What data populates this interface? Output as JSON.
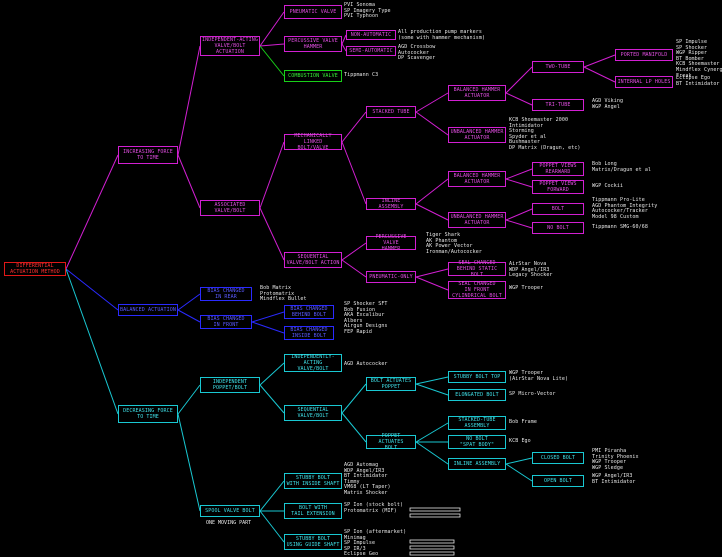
{
  "colors": {
    "magenta": "#d21fd2",
    "blue": "#2a2aff",
    "cyan": "#19c8d2",
    "red": "#e01818",
    "green": "#18d018",
    "notes": "#e8e8e8",
    "background": "#000000"
  },
  "nodes": {
    "root": "DIFFERENTIAL\nACTUATION METHOD",
    "increasing": "INCREASING FORCE\nTO TIME",
    "balanced_actuation": "BALANCED ACTUATION",
    "decreasing": "DECREASING FORCE\nTO TIME",
    "independent_acting": "INDEPENDENT-ACTING\nVALVE/BOLT\nACTUATION",
    "pneumatic_valve": "PNEUMATIC VALVE",
    "percussive_hammer": "PERCUSSIVE VALVE\nHAMMER",
    "non_automatic": "NON-AUTOMATIC",
    "semi_automatic": "SEMI-AUTOMATIC",
    "combustion_valve": "COMBUSTION VALVE",
    "associated": "ASSOCIATED\nVALVE/BOLT",
    "mech_linked": "MECHANICALLY LINKED\nBOLT/VALVE",
    "stacked_tube": "STACKED TUBE",
    "balanced_hammer_1": "BALANCED HAMMER\nACTUATOR",
    "two_tube": "TWO-TUBE",
    "ported_manifold": "PORTED MANIFOLD",
    "internal_lp_holes": "INTERNAL LP HOLES",
    "tri_tube": "TRI-TUBE",
    "unbalanced_hammer_1": "UNBALANCED HAMMER\nACTUATOR",
    "inline_assembly_1": "INLINE ASSEMBLY",
    "balanced_hammer_2": "BALANCED HAMMER\nACTUATOR",
    "poppet_rearward": "POPPET VIEWS\nREARWARD",
    "poppet_forward": "POPPET VIEWS\nFORWARD",
    "unbalanced_hammer_2": "UNBALANCED HAMMER\nACTUATOR",
    "bolt": "BOLT",
    "no_bolt": "NO BOLT",
    "sequential": "SEQUENTIAL\nVALVE/BOLT ACTION",
    "percussive_valve_hammer": "PERCUSSIVE VALVE\nHAMMER",
    "pneumatic_only": "PNEUMATIC-ONLY",
    "seal_sleeve": "SEAL CHANGED\nBEHIND STATIC BOLT",
    "seal_front": "SEAL CHANGED\nIN FRONT\nCYLINDRICAL BOLT",
    "bias_rear": "BIAS CHANGED\nIN REAR",
    "bias_front": "BIAS CHANGED\nIN FRONT",
    "bias_front_bolt": "BIAS CHANGED\nBEHIND BOLT",
    "bias_inside_bolt": "BIAS CHANGED\nINSIDE BOLT",
    "independent_poppet_bolt": "INDEPENDENT\nPOPPET/BOLT",
    "independent_acting_2": "INDEPENDENTLY-\nACTING\nVALVE/BOLT",
    "bolt_actuates": "BOLT ACTUATES\nPOPPET",
    "sequential_2": "SEQUENTIAL\nVALVE/BOLT",
    "stubby_bolt_top": "STUBBY BOLT TOP",
    "elongated_bolt": "ELONGATED BOLT",
    "poppet_actuates": "POPPET ACTUATES\nBOLT",
    "stacked_assembly": "STACKED-TUBE\nASSEMBLY",
    "no_bolt_2": "NO BOLT\n\"SPAT BODY\"",
    "inline_assembly_2": "INLINE ASSEMBLY",
    "closed_bolt": "CLOSED BOLT",
    "open_bolt": "OPEN BOLT",
    "spool_valve_bolt": "SPOOL VALVE BOLT",
    "stubby_inside": "STUBBY BOLT\nWITH INSIDE SHAFT",
    "bolt_tail": "BOLT WITH\nTAIL EXTENSION",
    "stubby_guide": "STUBBY BOLT\nUSING GUIDE SHAFT"
  },
  "notes": {
    "pneumatic_valve": "PVI Sonoma\nSP Imagery Type\nPVI Typhoon",
    "non_automatic": "All production pump markers\n(some with hammer mechanism)",
    "semi_automatic": "AGD Crossbow\nAutococker\nDP Scavenger",
    "combustion_valve": "Tippmann C3",
    "ported_manifold": "SP Impulse\nSP Shocker\nWGP Ripper\nBT Bomber\nKCB Shoemaster\nMindflex Cynergy\nFreak",
    "internal_lp_holes": "Eclipse Ego\nBT Intimidator",
    "tri_tube": "AGD Viking\nWGP Angel",
    "unbalanced_hammer_1": "KCB Shoemaster 2000\nIntimidator\nStorming\nSpyder et al\nBushmaster\nDP Matrix (Dragun, etc)",
    "poppet_rearward": "Bob Long\nMatrix/Dragun et al",
    "poppet_forward": "WGP Cockii",
    "bolt": "Tippmann Pro-Lite\nAGD Phantom Integrity\nAutococker/Tracker\nModel 98 Custom",
    "no_bolt": "Tippmann SMG-60/68",
    "percussive_valve_hammer": "Tiger Shark\nAK Phantom\nAK Power Vector\nIronman/Autococker",
    "seal_sleeve": "AirStar Nova\nWDP Angel/IR3\nLegacy Shocker",
    "seal_front": "WGP Trooper",
    "bias_rear": "Bob Matrix\nProtomatrix\nMindflex Bullet",
    "bias_front_bolt": "SP Shocker SFT\nBob Fusion\nAKA Excalibur\nAlbers\nAirgun Designs",
    "bias_inside_bolt": "FEP Rapid",
    "independent_acting_2": "AGD Autococker",
    "stubby_bolt_top": "WGP Trooper\n(AirStar Nova Lite)",
    "elongated_bolt": "SP Micro-Vector",
    "stacked_assembly": "Bob Frame",
    "no_bolt_2": "KCB Ego",
    "closed_bolt": "PMI Piranha\nTrinity Phoenix\nWGP Trooper\nWGP Sledge",
    "open_bolt": "WGP Angel/IR3\nBT Intimidator",
    "stubby_inside": "AGD Automag\nWDP Angel/IR3\nBT Intimidator\nTimmy\nVM68 (LT Taper)\nMatrix Shocker",
    "bolt_tail": "SP Ion (stock bolt)\nProtomatrix (MIF)",
    "stubby_guide": "SP Ion (aftermarket)\nMinimag\nSP Impulse\nSP IR/3\nEclipse Geo"
  },
  "captions": {
    "one_moving_part": "ONE MOVING PART"
  }
}
